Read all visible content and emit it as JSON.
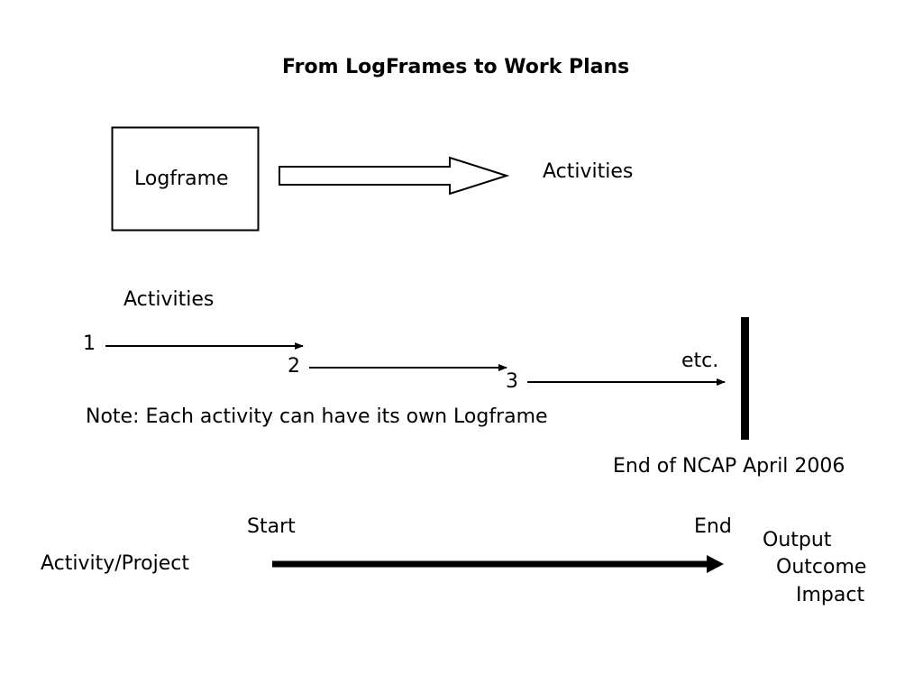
{
  "title": "From LogFrames to Work Plans",
  "logframe_box": {
    "label": "Logframe"
  },
  "arrow_target_label": "Activities",
  "activities_section": {
    "heading": "Activities",
    "steps": [
      "1",
      "2",
      "3"
    ],
    "etc_label": "etc.",
    "note": "Note: Each activity can have its own Logframe",
    "end_label": "End of NCAP April 2006"
  },
  "timeline": {
    "row_label": "Activity/Project",
    "start_label": "Start",
    "end_label": "End",
    "results": [
      "Output",
      "Outcome",
      "Impact"
    ]
  }
}
